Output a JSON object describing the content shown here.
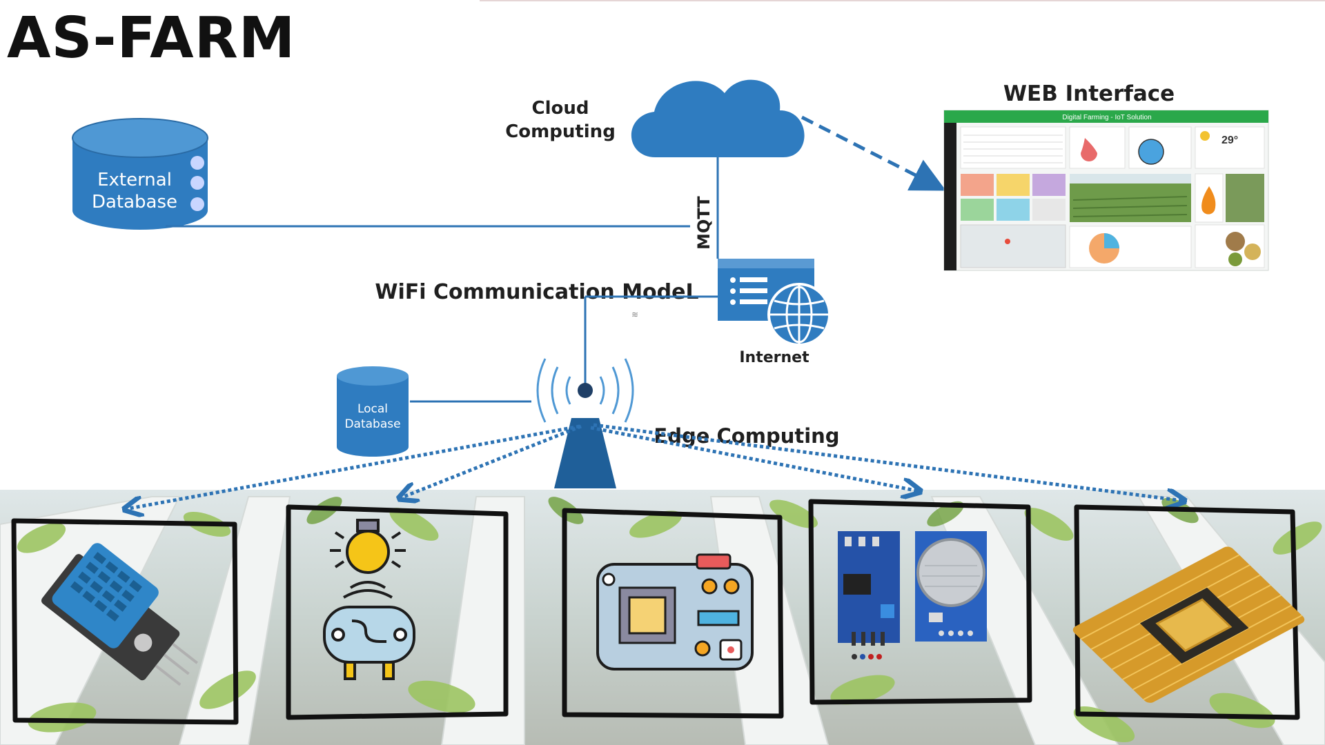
{
  "title": "AS-FARM",
  "labels": {
    "cloud": [
      "Cloud",
      "Computing"
    ],
    "external_db": [
      "External",
      "Database"
    ],
    "mqtt": "MQTT",
    "web_interface": "WEB Interface",
    "wifi": "WiFi Communication ModeL",
    "internet": "Internet",
    "local_db": [
      "Local",
      "Database"
    ],
    "edge": "Edge Computing"
  },
  "dashboard": {
    "header": "Digital Farming - IoT Solution",
    "temperature": "29°"
  },
  "devices": [
    {
      "name": "temperature-humidity-sensor"
    },
    {
      "name": "light-irrigation-actuator"
    },
    {
      "name": "microcontroller-board"
    },
    {
      "name": "gas-sensor-modules"
    },
    {
      "name": "processor-chip"
    }
  ],
  "colors": {
    "primary_blue": "#2d73b4",
    "dark_blue": "#1f5f99",
    "dashboard_green": "#2aa84a"
  }
}
